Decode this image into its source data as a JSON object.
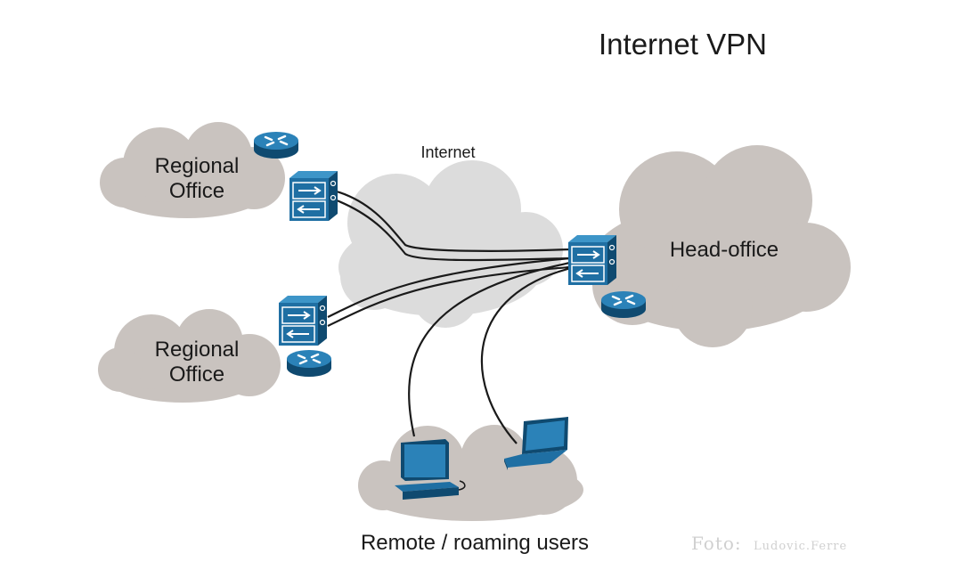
{
  "diagram": {
    "title": "Internet VPN",
    "nodes": {
      "internet": "Internet",
      "regional_office_top": [
        "Regional",
        "Office"
      ],
      "regional_office_bottom": [
        "Regional",
        "Office"
      ],
      "head_office": "Head-office",
      "remote_users": "Remote / roaming users"
    },
    "icons": [
      "router-icon",
      "firewall-icon",
      "desktop-computer-icon",
      "laptop-icon"
    ],
    "edges": [
      {
        "from": "regional_office_top",
        "to": "head_office",
        "via": "internet"
      },
      {
        "from": "regional_office_bottom",
        "to": "head_office",
        "via": "internet"
      },
      {
        "from": "remote_users",
        "to": "head_office",
        "via": "internet"
      }
    ],
    "colors": {
      "cloud": "#c9c3bf",
      "internet_cloud": "#dcdcdc",
      "device": "#1f6fa3",
      "device_dark": "#0f4a70",
      "line": "#1a1a1a"
    }
  },
  "watermark": {
    "prefix": "Foto:",
    "credit": "Ludovic.Ferre"
  }
}
